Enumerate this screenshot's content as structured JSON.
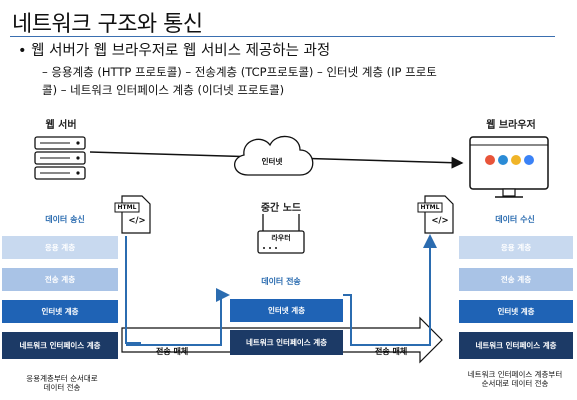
{
  "title": "네트워크 구조와 통신",
  "bullet": "• 웹 서버가 웹 브라우저로 웹 서비스 제공하는 과정",
  "sub_line1": "– 응용계층 (HTTP 프로토콜) – 전송계층 (TCP프로토콜) – 인터넷 계층 (IP 프로토",
  "sub_line2": "콜) – 네트워크 인터페이스 계층 (이더넷 프로토콜)",
  "left": {
    "title": "웹 서버",
    "html_tag": "HTML",
    "code_glyph": "</>",
    "action": "데이터 송신",
    "layers": [
      "응용 계층",
      "전송 계층",
      "인터넷 계층",
      "네트워크 인터페이스 계층"
    ],
    "note_line1": "응용계층부터 순서대로",
    "note_line2": "데이터 전송"
  },
  "center": {
    "cloud_label": "인터넷",
    "node_title": "중간 노드",
    "router_label": "라우터",
    "action": "데이터 전송",
    "layers": [
      "인터넷 계층",
      "네트워크 인터페이스 계층"
    ],
    "media_left": "전송 매체",
    "media_right": "전송 매체"
  },
  "right": {
    "title": "웹 브라우저",
    "html_tag": "HTML",
    "code_glyph": "</>",
    "action": "데이터 수신",
    "layers": [
      "응용 계층",
      "전송 계층",
      "인터넷 계층",
      "네트워크 인터페이스 계층"
    ],
    "note_line1": "네트워크 인터페이스 계층부터",
    "note_line2": "순서대로 데이터 전송"
  },
  "colors": {
    "title_rule": "#3a6fb0",
    "flow_arrow": "#2b6cb0",
    "layer_light": "#c8d9ef",
    "layer_mid": "#a9c3e6",
    "layer_blue": "#1f63b5",
    "layer_navy": "#1c3a66"
  }
}
